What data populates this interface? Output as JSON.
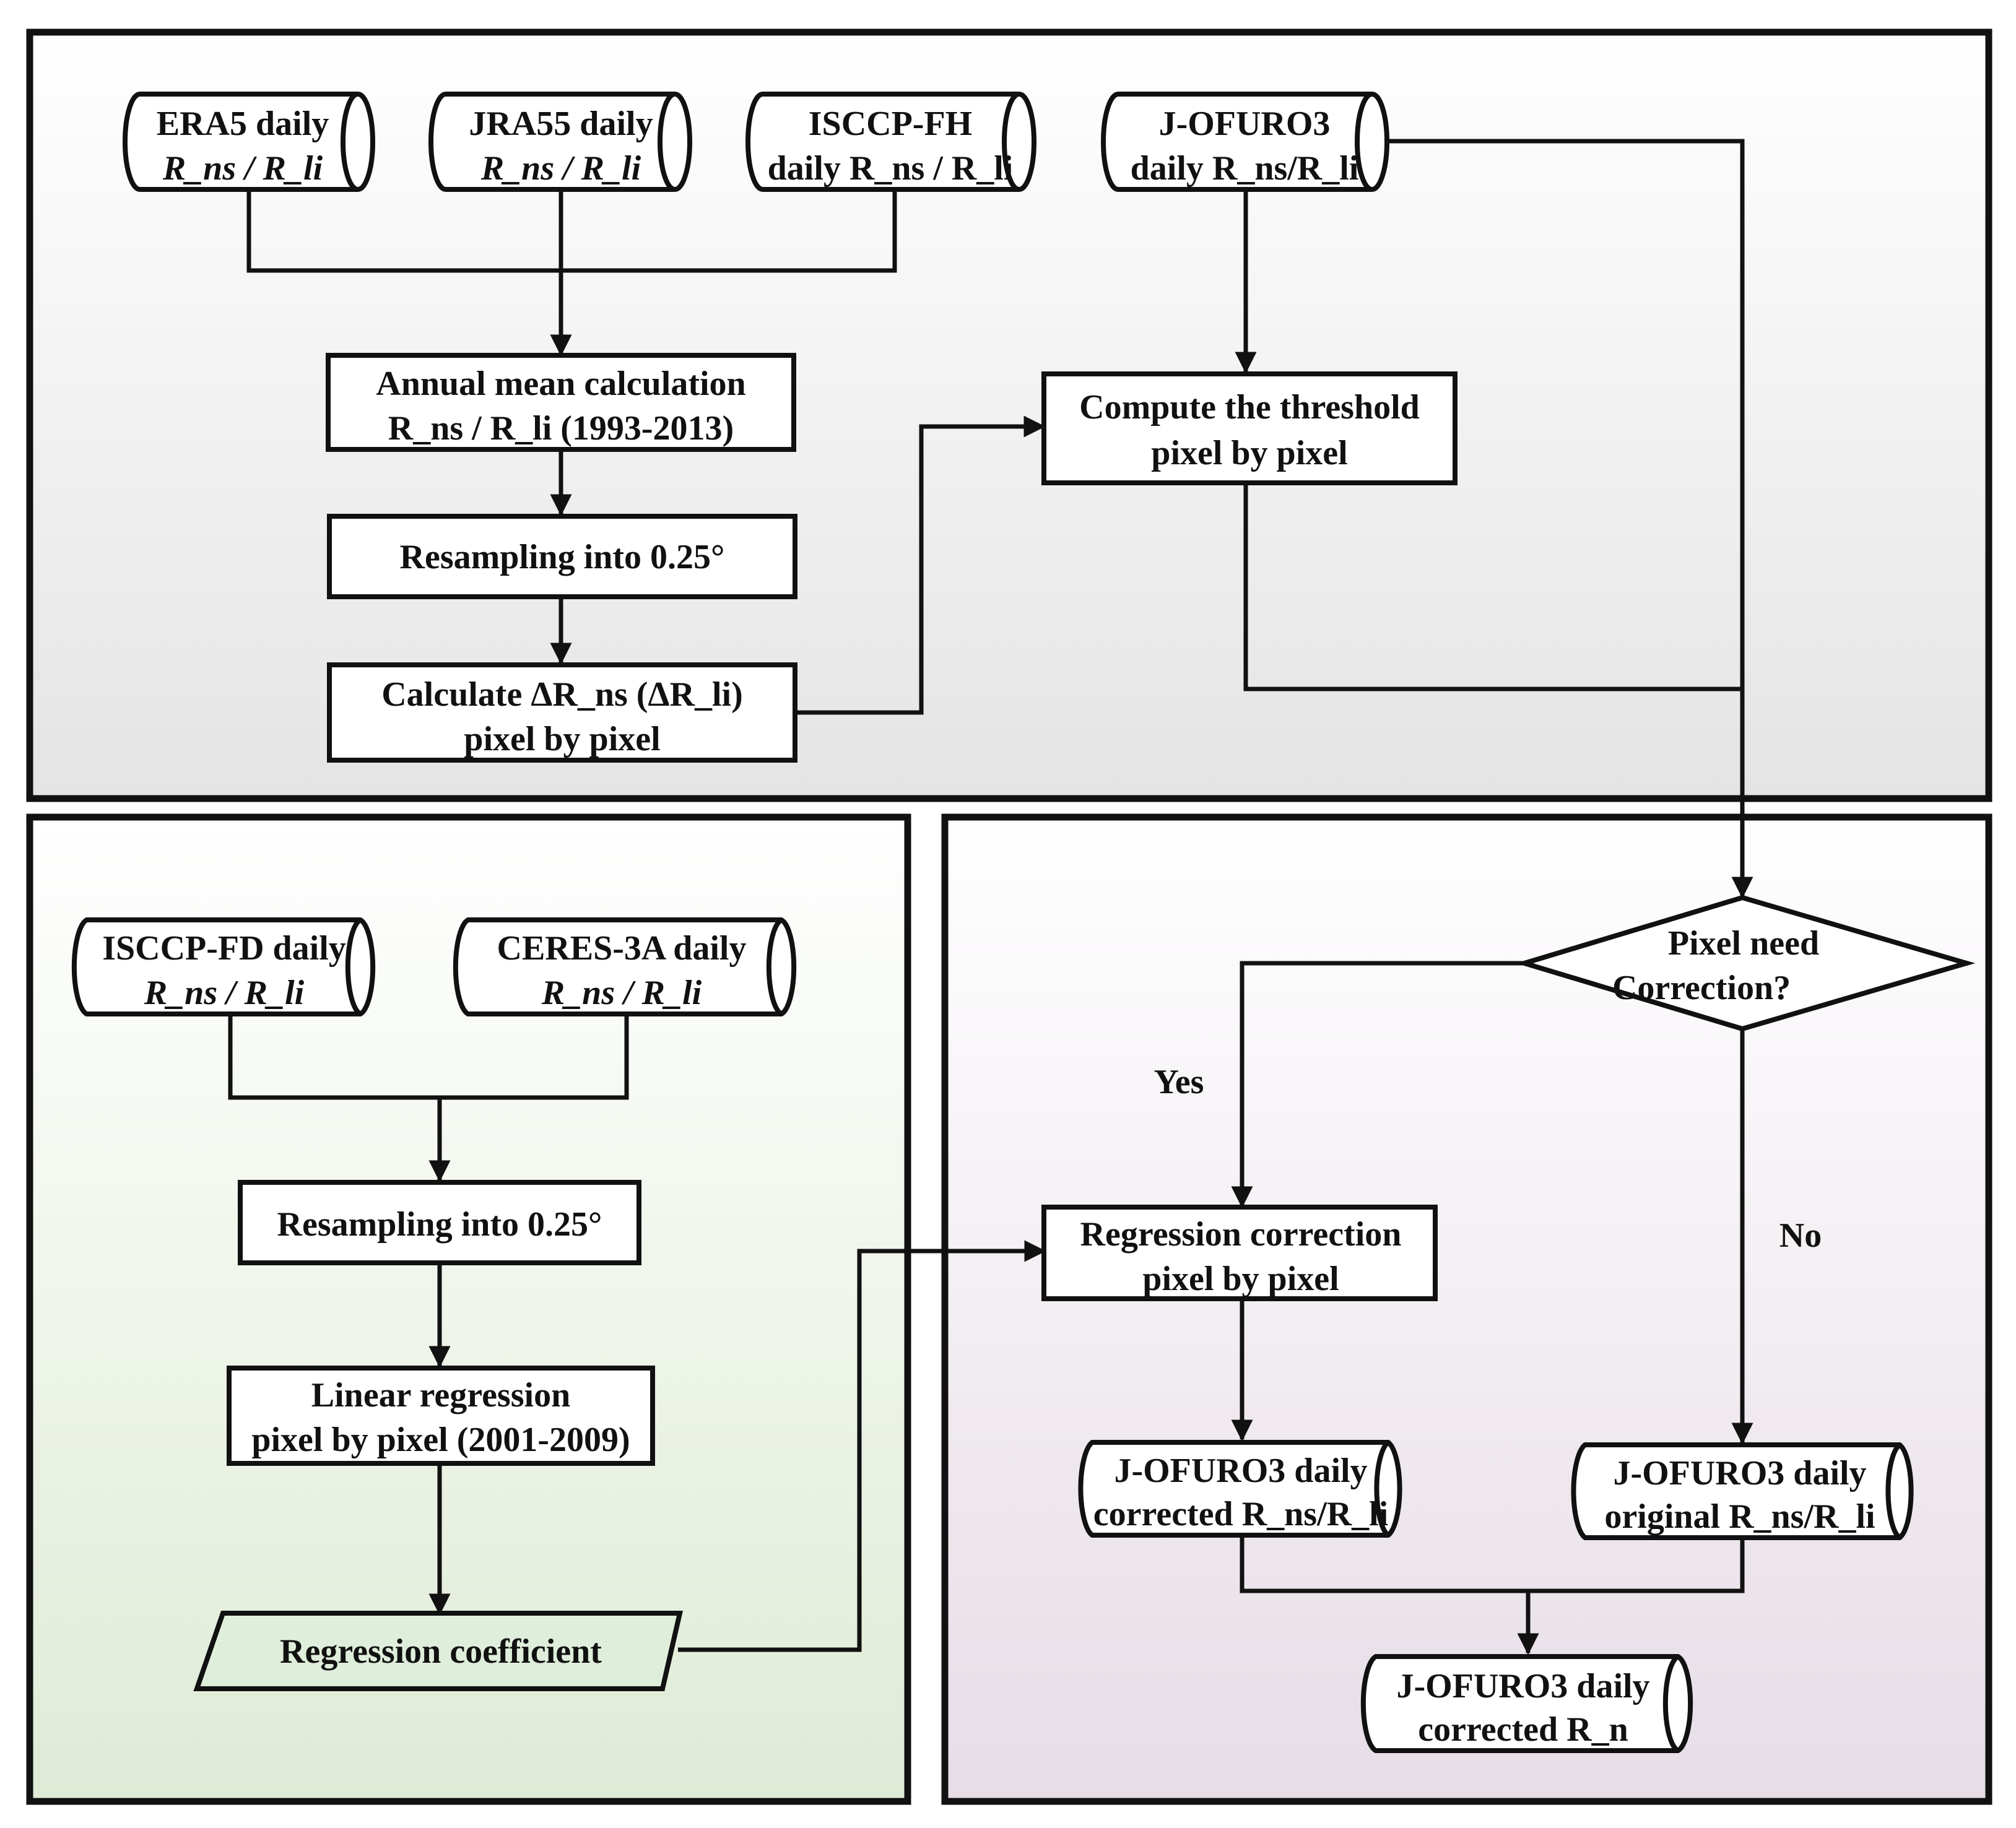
{
  "nodes": {
    "era5": {
      "line1": "ERA5 daily",
      "line2": "R_ns / R_li"
    },
    "jra55": {
      "line1": "JRA55 daily",
      "line2": "R_ns / R_li"
    },
    "isccp_fh": {
      "line1": "ISCCP-FH",
      "line2": "daily R_ns / R_li"
    },
    "jofuro3_top": {
      "line1": "J-OFURO3",
      "line2": "daily R_ns/R_li"
    },
    "annual_mean": {
      "line1": "Annual mean calculation",
      "line2": "R_ns / R_li (1993-2013)"
    },
    "resample_top": {
      "line1": "Resampling into 0.25°"
    },
    "calc_delta": {
      "line1": "Calculate ΔR_ns (ΔR_li)",
      "line2": "pixel by pixel"
    },
    "threshold": {
      "line1": "Compute the threshold",
      "line2": "pixel by pixel"
    },
    "isccp_fd": {
      "line1": "ISCCP-FD daily",
      "line2": "R_ns / R_li"
    },
    "ceres": {
      "line1": "CERES-3A daily",
      "line2": "R_ns / R_li"
    },
    "resample_bottom": {
      "line1": "Resampling into 0.25°"
    },
    "linear_reg": {
      "line1": "Linear regression",
      "line2": "pixel by pixel (2001-2009)"
    },
    "reg_coef": {
      "line1": "Regression coefficient"
    },
    "decision": {
      "line1": "Pixel need",
      "line2": "Correction?"
    },
    "reg_correction": {
      "line1": "Regression correction",
      "line2": "pixel by pixel"
    },
    "jofuro3_corrected": {
      "line1": "J-OFURO3 daily",
      "line2": "corrected R_ns/R_li"
    },
    "jofuro3_original": {
      "line1": "J-OFURO3 daily",
      "line2": "original R_ns/R_li"
    },
    "jofuro3_rn": {
      "line1": "J-OFURO3 daily",
      "line2": "corrected R_n"
    }
  },
  "edge_labels": {
    "yes": "Yes",
    "no": "No"
  },
  "colors": {
    "top_panel_top": "#ffffff",
    "top_panel_bottom": "#e4e4e4",
    "left_panel_top": "#ffffff",
    "left_panel_bottom": "#dfebd6",
    "right_panel_top": "#ffffff",
    "right_panel_bottom": "#e6dde6",
    "parallelogram_fill": "#dfeeda",
    "stroke": "#111111"
  }
}
